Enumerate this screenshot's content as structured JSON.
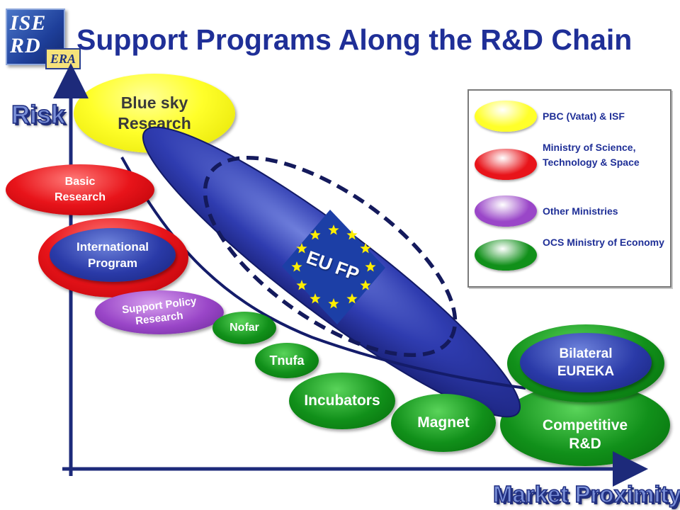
{
  "title": "Support Programs Along the R&D Chain",
  "logo": {
    "line1": "ISE",
    "line2": "RD",
    "badge": "ERA"
  },
  "axes": {
    "y_label": "Risk",
    "x_label": "Market Proximity"
  },
  "bubbles": {
    "blue_sky": {
      "line1": "Blue sky",
      "line2": "Research"
    },
    "basic": {
      "line1": "Basic",
      "line2": "Research"
    },
    "international": {
      "line1": "International",
      "line2": "Program"
    },
    "support_policy": {
      "line1": "Support Policy",
      "line2": "Research"
    },
    "nofar": "Nofar",
    "tnufa": "Tnufa",
    "incubators": "Incubators",
    "magnet": "Magnet",
    "competitive": {
      "line1": "Competitive",
      "line2": "R&D"
    },
    "bilateral": {
      "line1": "Bilateral",
      "line2": "EUREKA"
    },
    "eu_fp": "EU FP"
  },
  "legend": [
    {
      "label": "PBC (Vatat) & ISF",
      "color": "#ffff2a"
    },
    {
      "label": "Ministry of Science, Technology & Space",
      "color": "#e8141a"
    },
    {
      "label": "Other Ministries",
      "color": "#9a46c8"
    },
    {
      "label": "OCS Ministry of Economy",
      "color": "#11901a"
    }
  ],
  "colors": {
    "title": "#1f2f97",
    "eu_blue": "#2f3cb0",
    "eu_flag": "#1c3fa6",
    "star": "#ffee00",
    "axis": "#1d2a7a"
  }
}
